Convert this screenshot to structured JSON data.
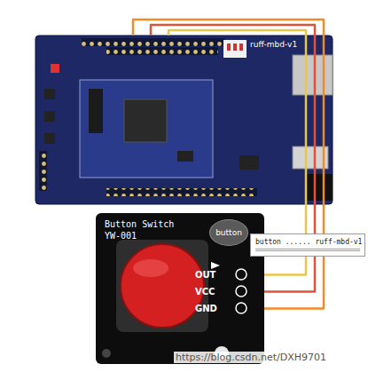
{
  "diagram": {
    "nodes": [
      {
        "text": [
          "ruff-mbd-v1"
        ]
      },
      {
        "text": [
          "Button Switch YW-001"
        ]
      },
      {
        "text": [
          "button"
        ],
        "in": 1
      },
      {
        "text": [
          "OUT"
        ],
        "in": 1
      },
      {
        "text": [
          "VCC"
        ],
        "in": 1
      },
      {
        "text": [
          "GND"
        ],
        "in": 1
      },
      {
        "text": [
          "button ...... ruff-mbd-v1"
        ]
      }
    ],
    "edges": [
      {
        "from": 3,
        "to": 0,
        "arrow": "none"
      },
      {
        "from": 4,
        "to": 0,
        "arrow": "none"
      },
      {
        "from": 5,
        "to": 0,
        "arrow": "none"
      }
    ],
    "labels": [
      "https://blog.csdn.net/DXH9701"
    ]
  }
}
